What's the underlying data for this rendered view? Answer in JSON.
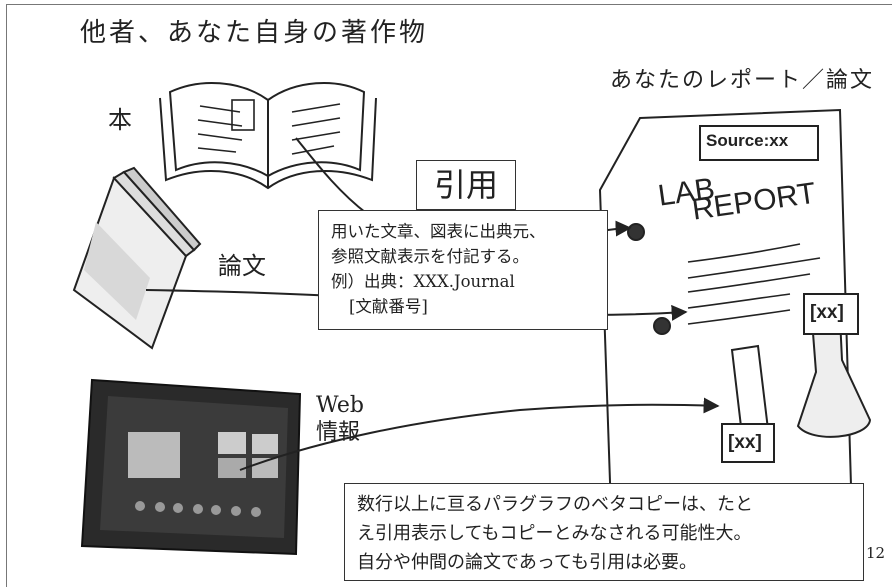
{
  "title": "他者、あなた自身の著作物",
  "report_title": "あなたのレポート／論文",
  "labels": {
    "book": "本",
    "paper": "論文",
    "web_line1": "Web",
    "web_line2": "情報"
  },
  "quote_title": "引用",
  "citation_box": {
    "line1": "用いた文章、図表に出典元、",
    "line2": "参照文献表示を付記する。",
    "line3": "例）出典：XXX.Journal",
    "line4": "[文献番号]"
  },
  "report_image": {
    "source_tag": "Source:xx",
    "heading_line1": "LAB",
    "heading_line2": "REPORT",
    "tag_right": "[xx]",
    "tag_bottom": "[xx]"
  },
  "note_box": {
    "line1": "数行以上に亘るパラグラフのベタコピーは、たと",
    "line2": "え引用表示してもコピーとみなされる可能性大。",
    "line3": "自分や仲間の論文であっても引用は必要。"
  },
  "page_number": "12"
}
